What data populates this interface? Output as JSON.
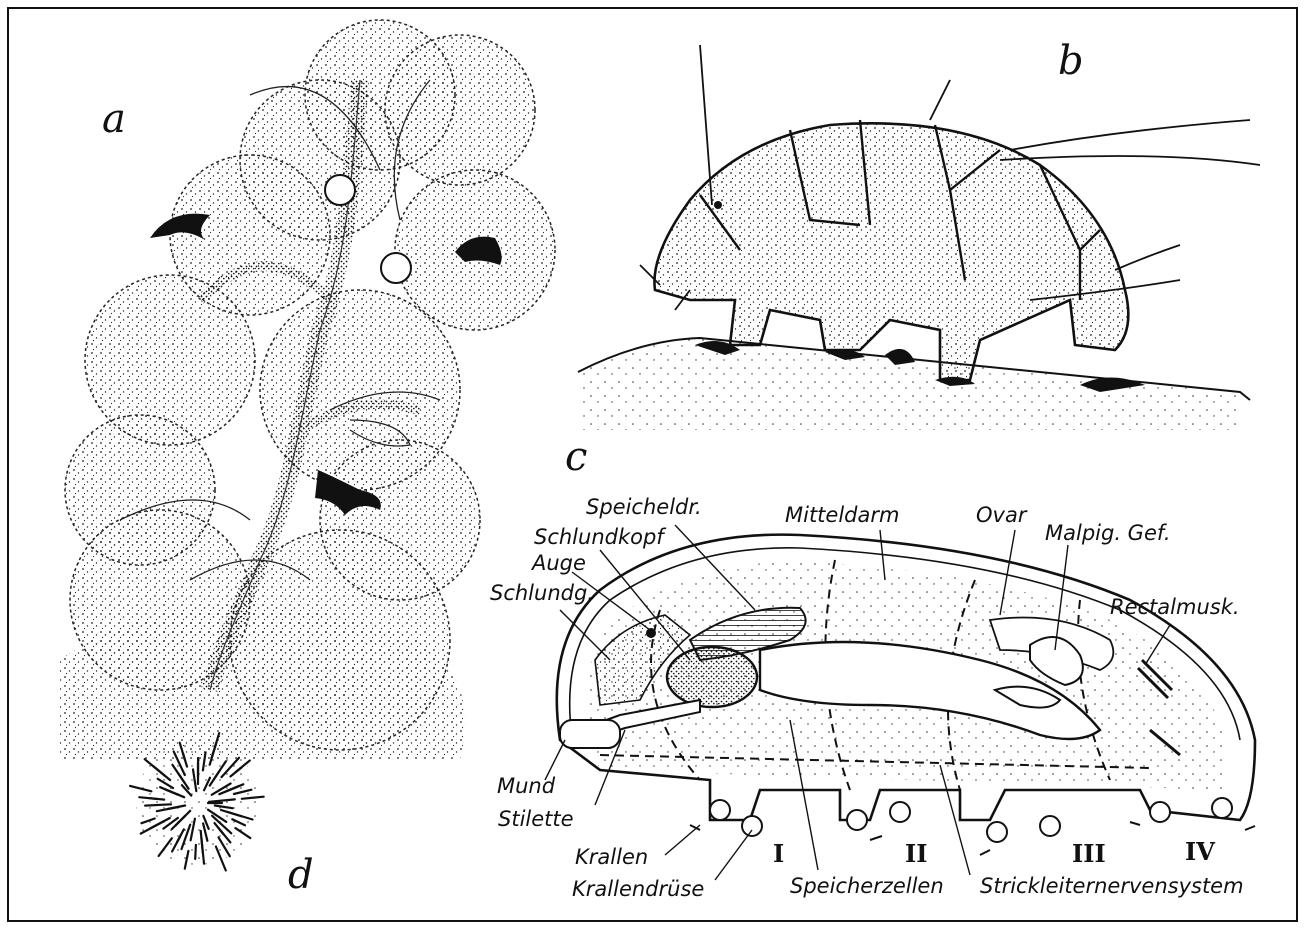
{
  "figure": {
    "panels": {
      "a": "a",
      "b": "b",
      "c": "c",
      "d": "d"
    },
    "labels": {
      "speicheldr": "Speicheldr.",
      "mitteldarm": "Mitteldarm",
      "ovar": "Ovar",
      "malpig": "Malpig. Gef.",
      "schlundkopf": "Schlundkopf",
      "auge": "Auge",
      "schlundg": "Schlundg.",
      "rectalmusk": "Rectalmusk.",
      "mund": "Mund",
      "stilette": "Stilette",
      "krallen": "Krallen",
      "krallendruse": "Krallendrüse",
      "speicherzellen": "Speicherzellen",
      "strickleiter": "Strickleiternervensystem"
    },
    "leg_numbers": [
      "I",
      "II",
      "III",
      "IV"
    ]
  },
  "colors": {
    "ink": "#111111",
    "paper": "#ffffff",
    "stipple": "#3a3a3a"
  }
}
